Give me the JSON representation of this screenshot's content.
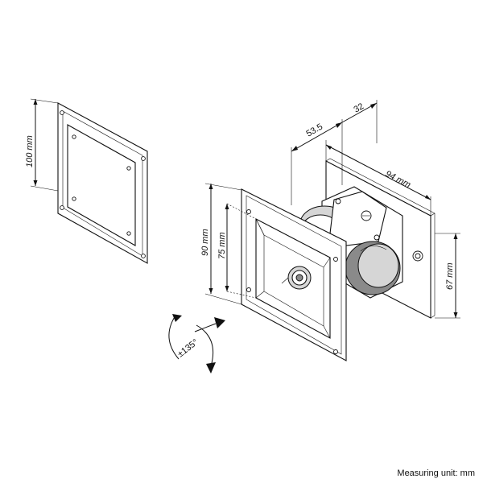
{
  "dimensions": {
    "small_plate_height": "100 mm",
    "outer_plate_height": "90 mm",
    "inner_plate_height": "75 mm",
    "arm_offset": "53.5",
    "arm_depth": "32",
    "bracket_width": "94 mm",
    "bracket_height": "67 mm"
  },
  "rotation_label": "±135°",
  "footer": {
    "measuring_unit": "Measuring unit: mm"
  }
}
